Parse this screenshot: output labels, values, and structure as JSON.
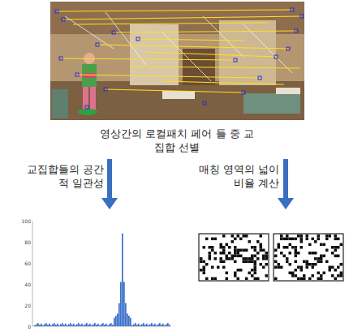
{
  "diagram": {
    "labels": [
      "영상간의 로컬패치 페어 들 중 교집합 선별",
      "교집합들의 공간적 일관성",
      "매칭 영역의 넓이 비율 계산",
      "100",
      "80",
      "60",
      "40",
      "20",
      "0"
    ]
  }
}
